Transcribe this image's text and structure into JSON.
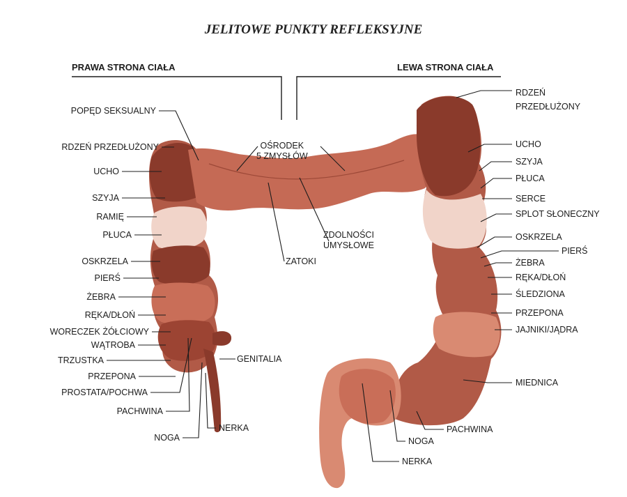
{
  "title": "JELITOWE PUNKTY REFLEKSYJNE",
  "headers": {
    "right_side": "PRAWA STRONA CIAŁA",
    "left_side": "LEWA STRONA CIAŁA"
  },
  "center_labels": {
    "senses": "OŚRODEK\n5 ZMYSŁÓW",
    "mental": "ZDOLNOŚCI\nUMYSŁOWE",
    "sinuses": "ZATOKI"
  },
  "left_labels": [
    "POPĘD SEKSUALNY",
    "RDZEŃ PRZEDŁUŻONY",
    "UCHO",
    "SZYJA",
    "RAMIĘ",
    "PŁUCA",
    "OSKRZELA",
    "PIERŚ",
    "ŻEBRA",
    "RĘKA/DŁOŃ",
    "WORECZEK ŻÓŁCIOWY",
    "WĄTROBA",
    "TRZUSTKA",
    "PRZEPONA",
    "PROSTATA/POCHWA",
    "PACHWINA",
    "NOGA",
    "NERKA",
    "GENITALIA"
  ],
  "right_labels": [
    "RDZEŃ\nPRZEDŁUŻONY",
    "UCHO",
    "SZYJA",
    "PŁUCA",
    "SERCE",
    "SPLOT SŁONECZNY",
    "OSKRZELA",
    "PIERŚ",
    "ŻEBRA",
    "RĘKA/DŁOŃ",
    "ŚLEDZIONA",
    "PRZEPONA",
    "JAJNIKI/JĄDRA",
    "MIEDNICA",
    "PACHWINA",
    "NOGA",
    "NERKA"
  ],
  "colors": {
    "dark": "#8a3a2b",
    "mid": "#b15a47",
    "light": "#c96e58",
    "pale": "#f1d4c9",
    "salmon": "#d98a72",
    "line": "#1c1c1c"
  }
}
